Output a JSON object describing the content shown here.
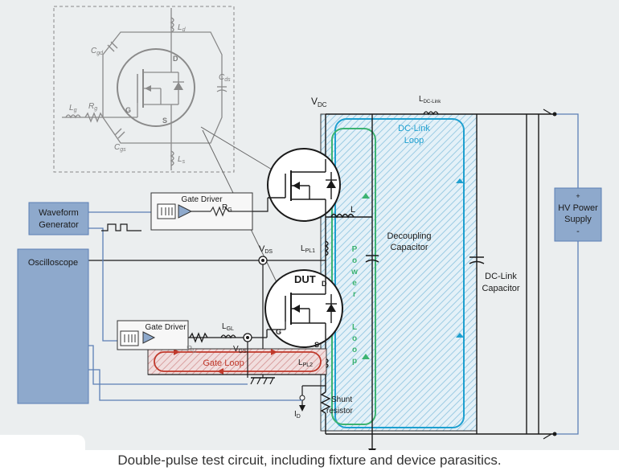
{
  "caption": "Double-pulse test circuit, including fixture and device parasitics.",
  "inset": {
    "cgd": "C",
    "cgd_sub": "gd",
    "cds": "C",
    "cds_sub": "ds",
    "cgs": "C",
    "cgs_sub": "gs",
    "lg": "L",
    "lg_sub": "g",
    "rg": "R",
    "rg_sub": "g",
    "ld": "L",
    "ld_sub": "d",
    "ls": "L",
    "ls_sub": "s",
    "pin_d": "D",
    "pin_g": "G",
    "pin_s": "S"
  },
  "blocks": {
    "waveform_generator": [
      "Waveform",
      "Generator"
    ],
    "oscilloscope": "Oscilloscope",
    "hv_supply": [
      "+",
      "HV Power",
      "Supply",
      "-"
    ],
    "gate_driver_top": "Gate Driver",
    "gate_driver_bottom": "Gate Driver"
  },
  "labels": {
    "vdc": "V",
    "vdc_sub": "DC",
    "ldclink": "L",
    "ldclink_sub": "DC-Link",
    "dclink_loop": [
      "DC-Link",
      "Loop"
    ],
    "decoupling": [
      "Decoupling",
      "Capacitor"
    ],
    "dclink_cap": [
      "DC-Link",
      "Capacitor"
    ],
    "l": "L",
    "lpl1": "L",
    "lpl1_sub": "PL1",
    "lpl2": "L",
    "lpl2_sub": "PL2",
    "vds": "V",
    "vds_sub": "DS",
    "vgs": "V",
    "vgs_sub": "GS",
    "lgl": "L",
    "lgl_sub": "GL",
    "rg_top": "R",
    "rg_top_sub": "G",
    "rg_bottom": "R",
    "rg_bottom_sub": "G",
    "dut": "DUT",
    "dut_d": "D",
    "dut_g": "G",
    "dut_s": "S",
    "gate_loop": "Gate Loop",
    "power_loop": [
      "P",
      "o",
      "w",
      "e",
      "r",
      "L",
      "o",
      "o",
      "p"
    ],
    "shunt": [
      "Shunt",
      "resistor"
    ],
    "id": "I",
    "id_sub": "D"
  },
  "colors": {
    "wire": "#1a1a1a",
    "blue_wire": "#5b7fb5",
    "block_fill": "#8ea9cc",
    "dclink_loop": "#1ea0d0",
    "power_loop": "#3cb371",
    "gate_loop": "#c0392b",
    "inset_grey": "#8a8a8a"
  }
}
